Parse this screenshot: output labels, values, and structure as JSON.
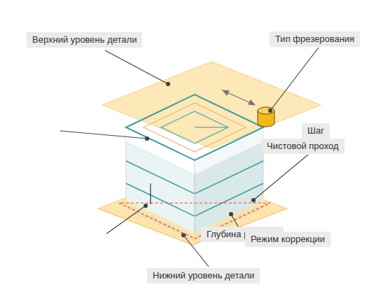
{
  "diagram": {
    "nodes": [
      {
        "text": [
          "Верхний уровень детали"
        ]
      },
      {
        "text": [
          "Тип фрезерования"
        ]
      },
      {
        "text": [
          "Шаг"
        ]
      },
      {
        "text": [
          "Чистовой проход"
        ]
      },
      {
        "text": [
          "Глубина резания"
        ]
      },
      {
        "text": [
          "Режим коррекции"
        ]
      },
      {
        "text": [
          "Нижний уровень детали"
        ]
      }
    ]
  }
}
